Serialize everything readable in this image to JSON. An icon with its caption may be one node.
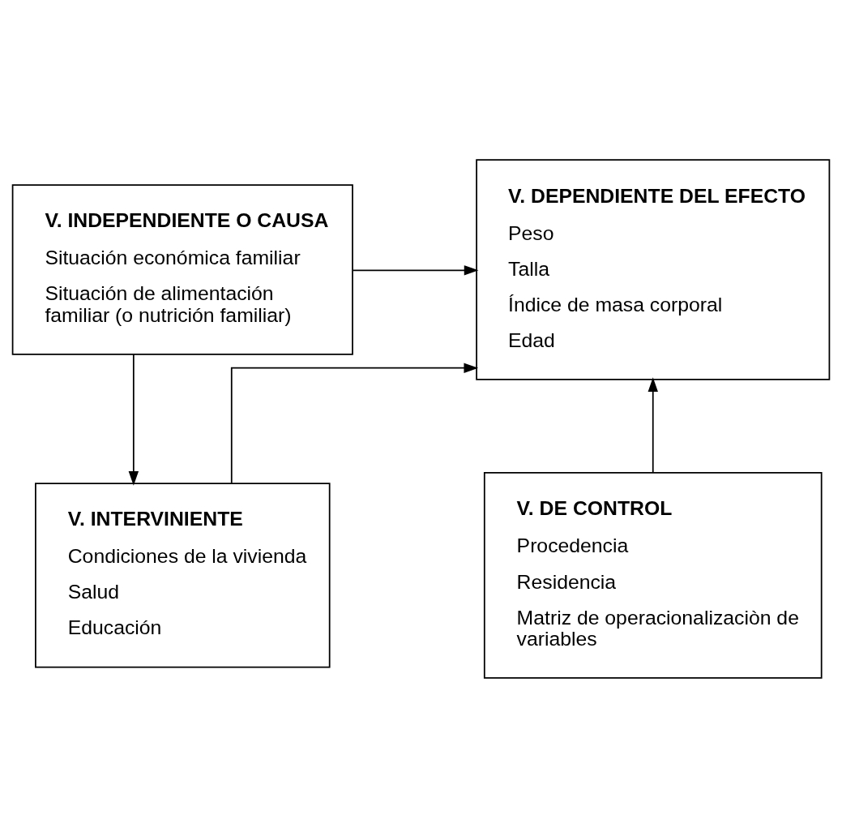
{
  "diagram": {
    "nodes": [
      {
        "text": [
          "V. INDEPENDIENTE O CAUSA",
          "Situación económica familiar",
          "Situación de alimentación familiar (o nutrición familiar)"
        ]
      },
      {
        "text": [
          "V. DEPENDIENTE DEL EFECTO",
          "Peso",
          "Talla",
          "Índice de masa corporal",
          "Edad"
        ]
      },
      {
        "text": [
          "V. INTERVINIENTE",
          "Condiciones de la vivienda",
          "Salud",
          "Educación"
        ]
      },
      {
        "text": [
          "V. DE CONTROL",
          "Procedencia",
          "Residencia",
          "Matriz de operacionalizaciòn de variables"
        ]
      }
    ],
    "edges": [
      {
        "from": 0,
        "to": 1,
        "arrow": "to"
      },
      {
        "from": 0,
        "to": 2,
        "arrow": "to"
      },
      {
        "from": 2,
        "to": 1,
        "arrow": "to"
      },
      {
        "from": 3,
        "to": 1,
        "arrow": "to"
      }
    ]
  }
}
